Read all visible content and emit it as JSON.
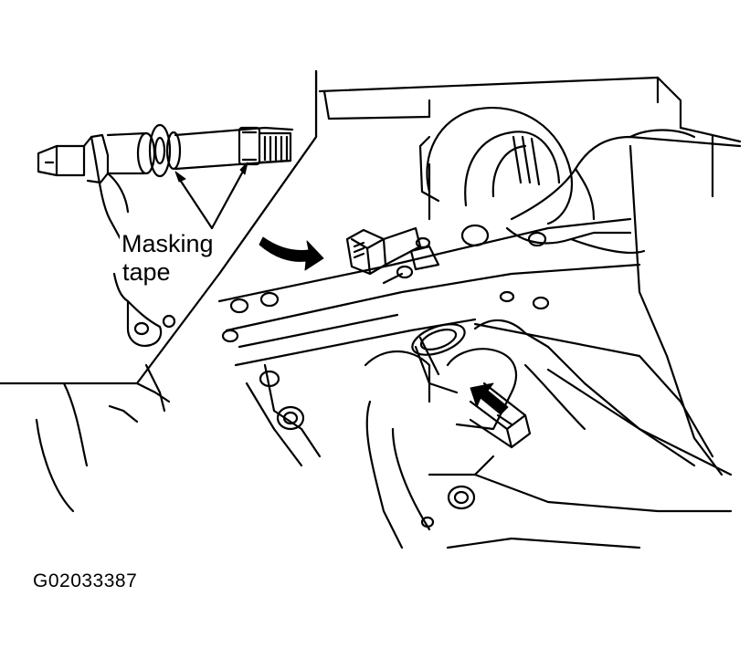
{
  "callout": {
    "line1": "Masking",
    "line2": "tape"
  },
  "figure_id": "G02033387",
  "colors": {
    "ink": "#000000",
    "paper": "#ffffff"
  }
}
